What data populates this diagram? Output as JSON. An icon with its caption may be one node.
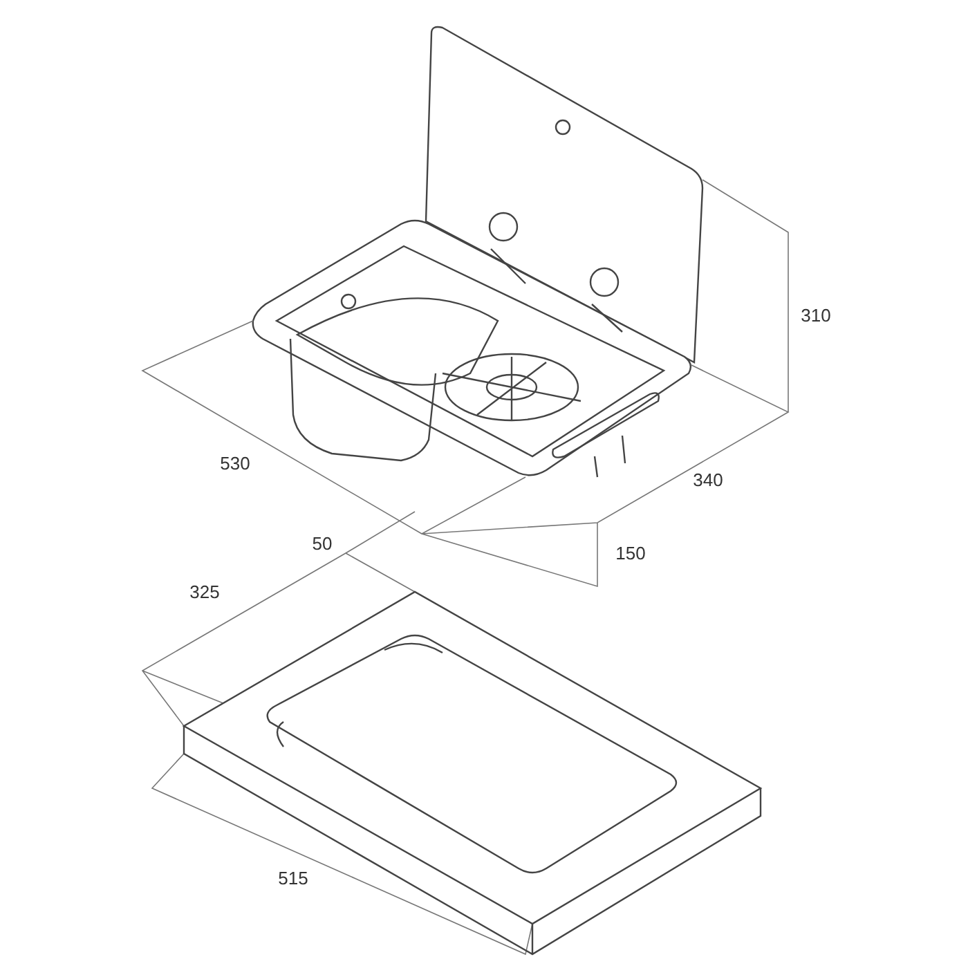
{
  "diagram": {
    "labels": [
      "310",
      "530",
      "340",
      "50",
      "150",
      "325",
      "515"
    ]
  }
}
